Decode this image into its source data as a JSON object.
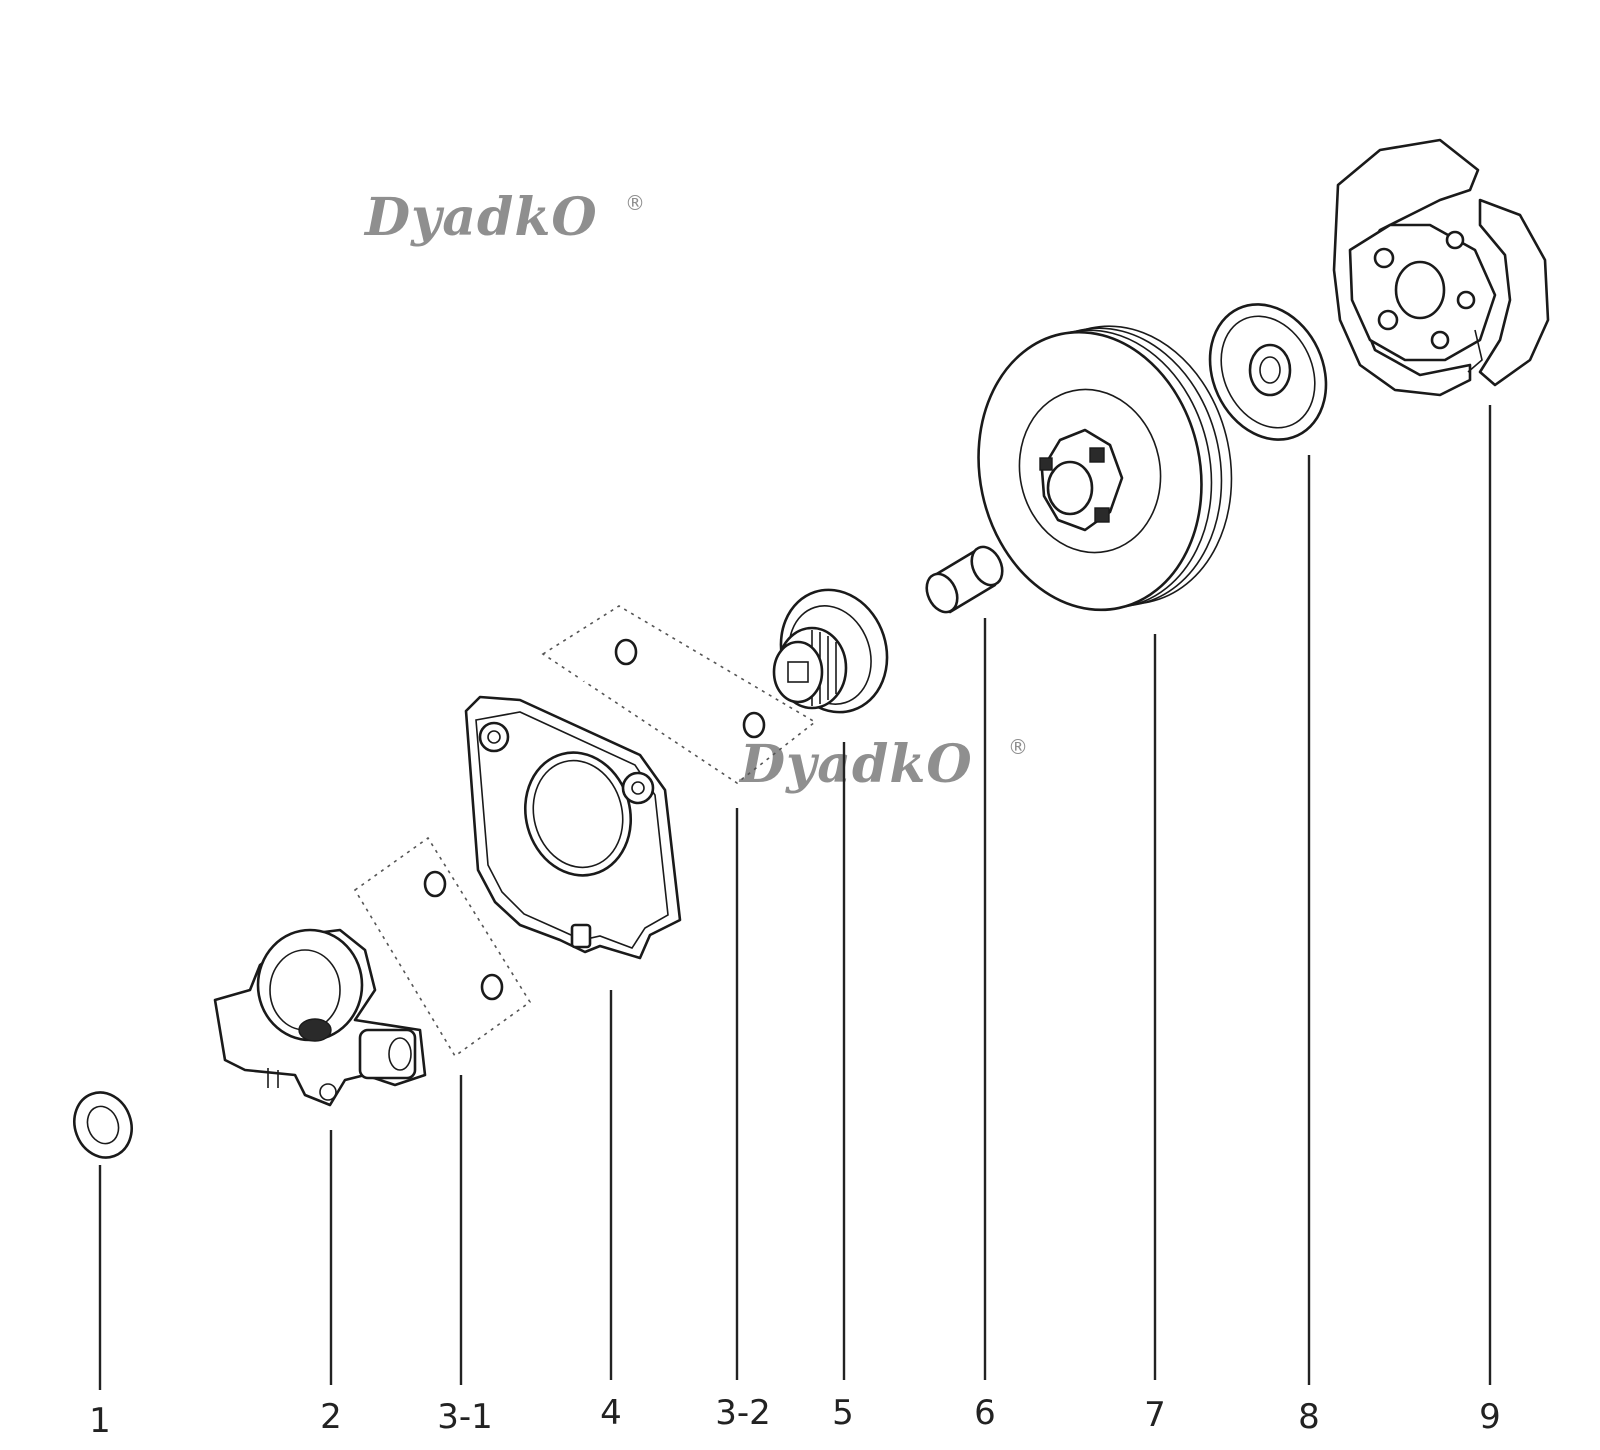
{
  "watermark": {
    "text": "DyadkO",
    "reg": "®"
  },
  "labels": {
    "p1": "1",
    "p2": "2",
    "p3_1": "3-1",
    "p4": "4",
    "p3_2": "3-2",
    "p5": "5",
    "p6": "6",
    "p7": "7",
    "p8": "8",
    "p9": "9"
  }
}
